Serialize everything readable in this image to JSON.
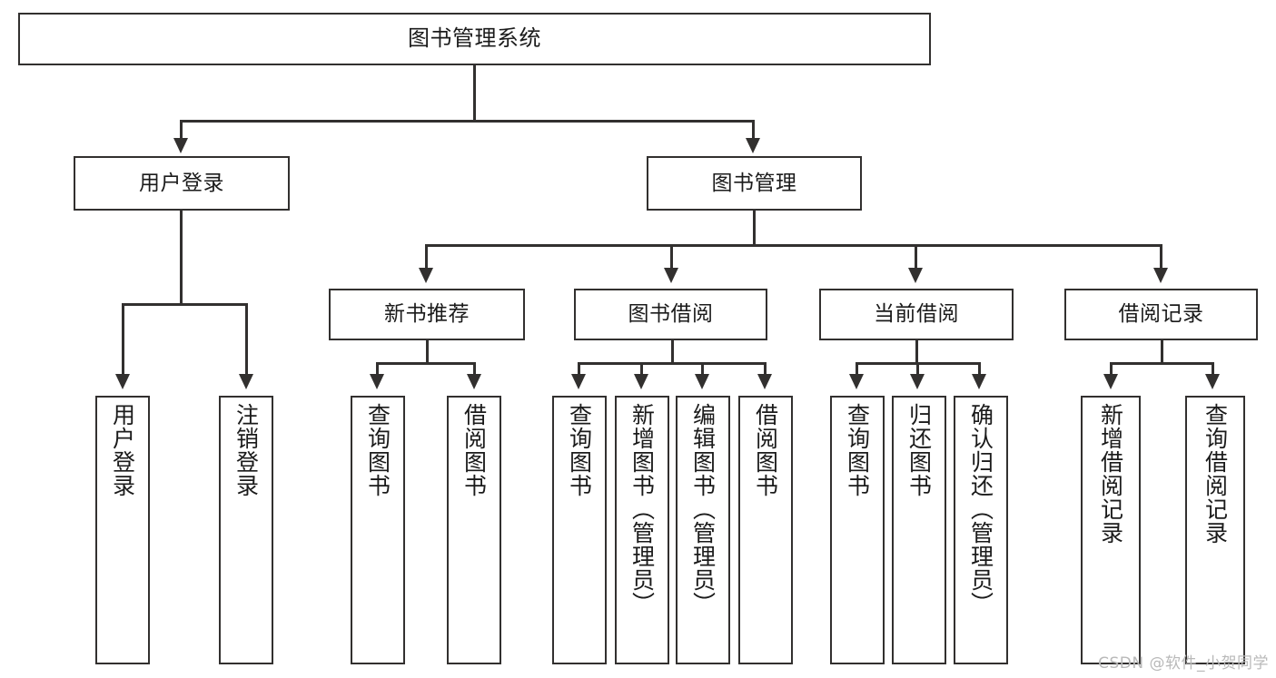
{
  "diagram": {
    "title": "图书管理系统",
    "watermark": "CSDN @软件_小贺同学",
    "colors": {
      "stroke": "#32302f",
      "node_fill": "#ffffff",
      "text": "#1b1b1b",
      "background": "#ffffff",
      "watermark": "#b9b9b9"
    },
    "root": {
      "label": "图书管理系统"
    },
    "level2": [
      {
        "label": "用户登录"
      },
      {
        "label": "图书管理"
      }
    ],
    "level3": [
      {
        "label": "新书推荐"
      },
      {
        "label": "图书借阅"
      },
      {
        "label": "当前借阅"
      },
      {
        "label": "借阅记录"
      }
    ],
    "leaves": {
      "user_login": [
        {
          "label": "用户登录"
        },
        {
          "label": "注销登录"
        }
      ],
      "new_book_recommend": [
        {
          "label": "查询图书"
        },
        {
          "label": "借阅图书"
        }
      ],
      "book_borrow": [
        {
          "label": "查询图书"
        },
        {
          "label": "新增图书（管理员）"
        },
        {
          "label": "编辑图书（管理员）"
        },
        {
          "label": "借阅图书"
        }
      ],
      "current_borrow": [
        {
          "label": "查询图书"
        },
        {
          "label": "归还图书"
        },
        {
          "label": "确认归还（管理员）"
        }
      ],
      "borrow_record": [
        {
          "label": "新增借阅记录"
        },
        {
          "label": "查询借阅记录"
        }
      ]
    }
  }
}
